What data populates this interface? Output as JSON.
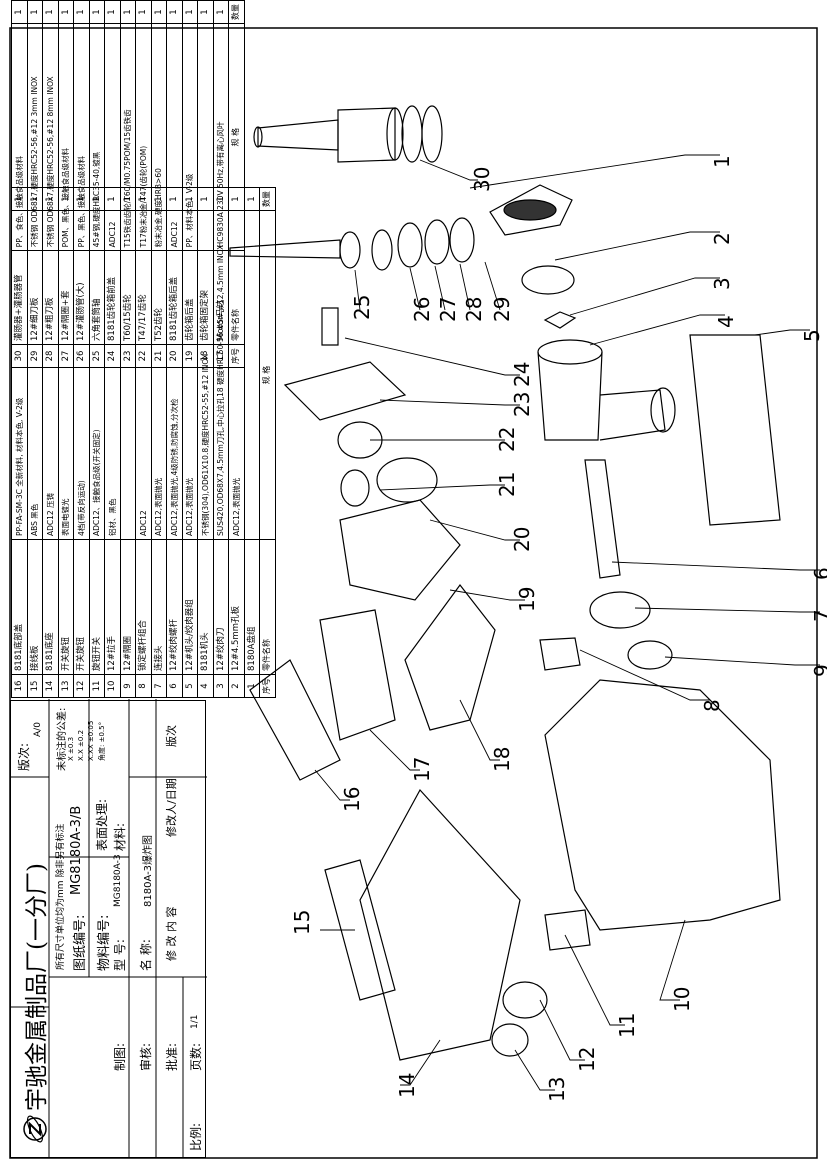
{
  "parts_table_right": {
    "headers": {
      "no": "序号",
      "name": "零件名称",
      "spec": "规  格",
      "qty": "数量"
    },
    "rows": [
      {
        "no": "30",
        "name": "灌肠器+灌肠器管",
        "spec": "PP、食色、接触食品级材料",
        "qty": "1"
      },
      {
        "no": "29",
        "name": "12#细刀板",
        "spec": "不锈钢 OD68x7,硬度HRC52-56,#12 3mm INOX",
        "qty": "1"
      },
      {
        "no": "28",
        "name": "12#粗刀板",
        "spec": "不锈钢 OD68x7,硬度HRC52-56,#12 8mm INOX",
        "qty": "1"
      },
      {
        "no": "27",
        "name": "12#隔圈+套",
        "spec": "POM、黑色、接触食品级材料",
        "qty": "1"
      },
      {
        "no": "26",
        "name": "12#灌肠管(大)",
        "spec": "PP、黑色、接触食品级材料",
        "qty": "1"
      },
      {
        "no": "25",
        "name": "六角套筒轴",
        "spec": "45#钢,硬度HRC35-40,镀黑",
        "qty": "1"
      },
      {
        "no": "24",
        "name": "8181齿轮箱前盖",
        "spec": "ADC12",
        "qty": "1"
      },
      {
        "no": "23",
        "name": "T60/15齿轮",
        "spec": "T15铁齿齿轮/T60/M0.75POM/15齿铁齿",
        "qty": "1"
      },
      {
        "no": "22",
        "name": "T47/17齿轮",
        "spec": "T17粉末冶金/T47(齿轮(POM)",
        "qty": "1"
      },
      {
        "no": "21",
        "name": "T52齿轮",
        "spec": "粉末冶金,硬度HRB>60",
        "qty": "1"
      },
      {
        "no": "20",
        "name": "8181齿轮箱后盖",
        "spec": "ADC12",
        "qty": "1"
      },
      {
        "no": "19",
        "name": "齿轮箱后盖",
        "spec": "PP、材料本色、V-2级",
        "qty": "1"
      },
      {
        "no": "18",
        "name": "齿轮箱固定架",
        "spec": "",
        "qty": "1"
      },
      {
        "no": "17",
        "name": "Motor马达",
        "spec": "HC9830A 230V 50Hz,带有离心风叶",
        "qty": "1"
      }
    ]
  },
  "parts_table_left": {
    "headers": {
      "no": "序号",
      "name": "零件名称",
      "spec": "规  格",
      "qty": "数量"
    },
    "rows": [
      {
        "no": "16",
        "name": "8181底部盖",
        "spec": "PP-FA-SM-3C 全新材料, 材料本色, V-2级",
        "qty": "1"
      },
      {
        "no": "15",
        "name": "接线板",
        "spec": "ABS 黑色",
        "qty": "1"
      },
      {
        "no": "14",
        "name": "8181底座",
        "spec": "ADC12 压铸",
        "qty": "1"
      },
      {
        "no": "13",
        "name": "开关旋钮",
        "spec": "表面电镀光",
        "qty": "1"
      },
      {
        "no": "12",
        "name": "开关旋钮",
        "spec": "4档(带反向运动)",
        "qty": "1"
      },
      {
        "no": "11",
        "name": "旋钮开关",
        "spec": "ADC12、接触食品级(开关固定)",
        "qty": "1"
      },
      {
        "no": "10",
        "name": "12#拉手",
        "spec": "铝材、黑色",
        "qty": "1"
      },
      {
        "no": "9",
        "name": "12#隔圈",
        "spec": "",
        "qty": "1"
      },
      {
        "no": "8",
        "name": "锁定螺杆组合",
        "spec": "ADC12",
        "qty": "1"
      },
      {
        "no": "7",
        "name": "连接头",
        "spec": "ADC12,表面抛光",
        "qty": "1"
      },
      {
        "no": "6",
        "name": "12#绞肉螺杆",
        "spec": "ADC12,表面抛光,4级防锈,防腐蚀,分次检",
        "qty": "1"
      },
      {
        "no": "5",
        "name": "12#机头/绞肉器组",
        "spec": "ADC12,表面抛光",
        "qty": "1"
      },
      {
        "no": "4",
        "name": "8181机头",
        "spec": "不锈钢(304),OD61X10.8,硬度HRC52-55,#12 INOX",
        "qty": "1"
      },
      {
        "no": "3",
        "name": "12#绞肉刀",
        "spec": "SUS420,OD68X7,4.5mm刀孔,中心拉孔18 硬度HRC50-56 #5#,#12,4.5mm INOX",
        "qty": "1"
      },
      {
        "no": "2",
        "name": "12#4.5mm孔板",
        "spec": "ADC12,表面抛光",
        "qty": "1"
      },
      {
        "no": "1",
        "name": "8180A盘组",
        "spec": "",
        "qty": "1"
      }
    ]
  },
  "title_block": {
    "revision_label": "版次",
    "revision_content_label": "修 改 内 容",
    "revision_date_label": "修改人/日期",
    "tolerance_label": "未标注的公差:",
    "tol_x": "X   ±0.3",
    "tol_xx": "X.X  ±0.2",
    "tol_xxx": "X.XX ±0.05",
    "tol_angle": "角度: ±0.5°",
    "material_label": "材料:",
    "surface_label": "表面处理:",
    "name_label": "名   称:",
    "name_value": "8180A-3爆炸图",
    "model_label": "型   号:",
    "model_value": "MG8180A-3",
    "material_no_label": "物料编号:",
    "drawing_no_label": "图纸编号:",
    "drawing_no_value": "MG8180A-3/B",
    "approve_label": "批准:",
    "drawn_label": "制图:",
    "review_label": "审核:",
    "page_label": "页数:",
    "page_value": "1/1",
    "scale_label": "比例:",
    "version_label": "版次:",
    "version_value": "A/0",
    "note": "所有尺寸单位均为mm 除非另有标注",
    "company": "宇驰金属制品厂(一分厂)"
  },
  "callouts": [
    "1",
    "2",
    "3",
    "4",
    "5",
    "6",
    "7",
    "8",
    "9",
    "10",
    "11",
    "12",
    "13",
    "14",
    "15",
    "16",
    "17",
    "18",
    "19",
    "20",
    "21",
    "22",
    "23",
    "24",
    "25",
    "26",
    "27",
    "28",
    "29",
    "30"
  ]
}
